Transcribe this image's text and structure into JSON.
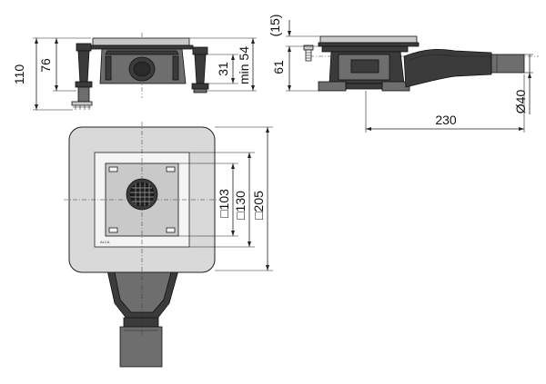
{
  "dimensions": {
    "total_height": "110",
    "body_height": "76",
    "adjust_height": "31",
    "min_height": "min 54",
    "tile_allowance": "(15)",
    "side_height": "61",
    "outlet_length": "230",
    "outlet_diameter": "Ø40",
    "grate_size": "□103",
    "frame_size": "□130",
    "flange_size": "□205"
  },
  "brand_mark": "ALCA"
}
